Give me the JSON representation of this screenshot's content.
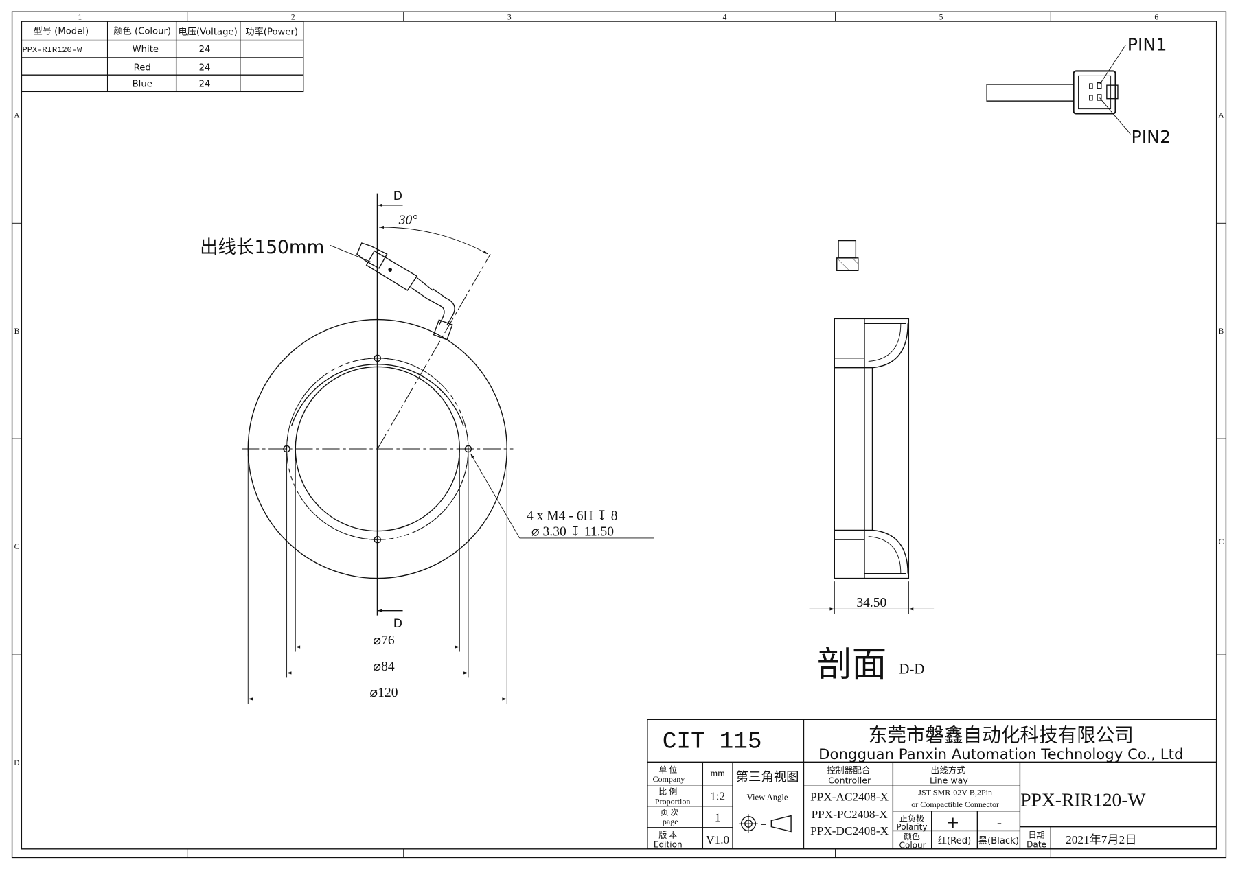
{
  "zones": {
    "columns": [
      "1",
      "2",
      "3",
      "4",
      "5",
      "6"
    ],
    "rows": [
      "A",
      "B",
      "C",
      "D"
    ]
  },
  "spec_table": {
    "headers": [
      "型号 (Model)",
      "颜色 (Colour)",
      "电压(Voltage)",
      "功率(Power)"
    ],
    "rows": [
      [
        "PPX-RIR120-W",
        "White",
        "24",
        ""
      ],
      [
        "",
        "Red",
        "24",
        ""
      ],
      [
        "",
        "Blue",
        "24",
        ""
      ]
    ]
  },
  "connector_view": {
    "pin1": "PIN1",
    "pin2": "PIN2"
  },
  "front_view": {
    "section_mark": "D",
    "angle": "30°",
    "cable_length": "出线长150mm",
    "thread_note_1": "4 x  M4 - 6H ↧ 8",
    "thread_note_2": "⌀ 3.30 ↧ 11.50",
    "dim_inner": "⌀76",
    "dim_holes": "⌀84",
    "dim_outer": "⌀120"
  },
  "section_view": {
    "width_dim": "34.50",
    "title": "剖面",
    "title_suffix": "D-D"
  },
  "title_block": {
    "code": "CIT 115",
    "company_cn": "东莞市磐鑫自动化科技有限公司",
    "company_en": "Dongguan Panxin Automation Technology Co., Ltd",
    "unit_label_cn": "单 位",
    "unit_label_en": "Company",
    "unit_value": "mm",
    "scale_label_cn": "比 例",
    "scale_label_en": "Proportion",
    "scale_value": "1:2",
    "page_label_cn": "页 次",
    "page_label_en": "page",
    "page_value": "1",
    "edition_label_cn": "版 本",
    "edition_label_en": "Edition",
    "edition_value": "V1.0",
    "view_angle_cn": "第三角视图",
    "view_angle_en": "View Angle",
    "controller_label_cn": "控制器配合",
    "controller_label_en": "Controller",
    "controllers": [
      "PPX-AC2408-X",
      "PPX-PC2408-X",
      "PPX-DC2408-X"
    ],
    "lineway_label_cn": "出线方式",
    "lineway_label_en": "Line way",
    "lineway_value_1": "JST SMR-02V-B,2Pin",
    "lineway_value_2": "or Compactible Connector",
    "polarity_label_cn": "正负极",
    "polarity_label_en": "Polarity",
    "polarity_plus": "+",
    "polarity_minus": "-",
    "colour_label_cn": "颜色",
    "colour_label_en": "Colour",
    "colour_plus": "红(Red)",
    "colour_minus": "黑(Black)",
    "model": "PPX-RIR120-W",
    "date_label_cn": "日期",
    "date_label_en": "Date",
    "date_value": "2021年7月2日"
  }
}
